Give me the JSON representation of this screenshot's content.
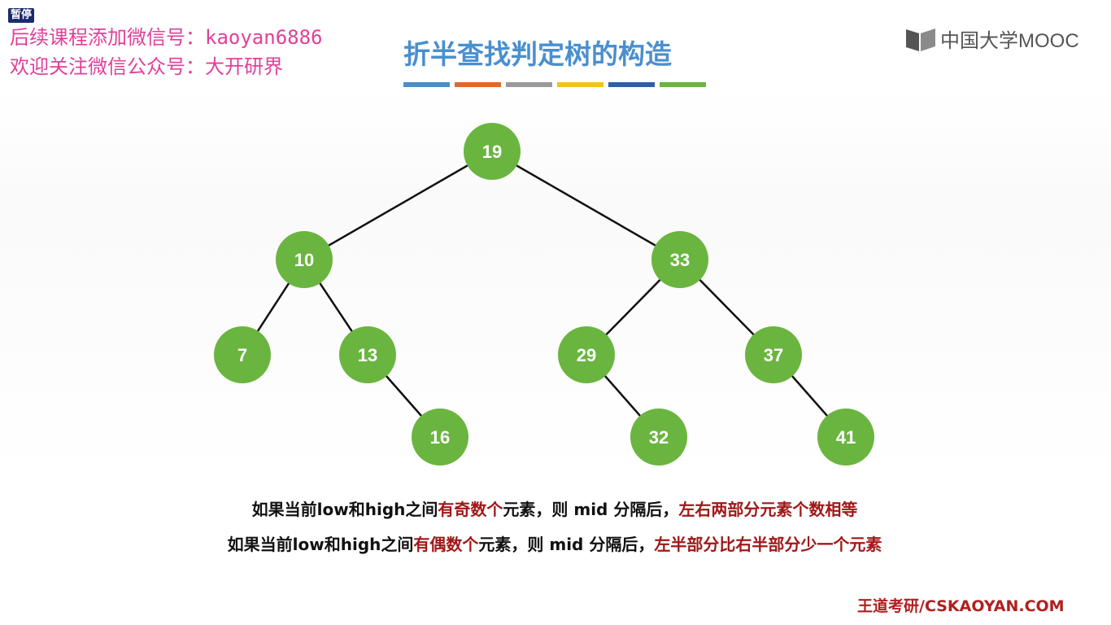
{
  "player": {
    "pause_label": "暂停"
  },
  "watermark": {
    "line1": "后续课程添加微信号：kaoyan6886",
    "line2": "欢迎关注微信公众号：大开研界"
  },
  "slide": {
    "title": "折半查找判定树的构造",
    "title_bar_colors": [
      "#4a90c8",
      "#e2692b",
      "#9a9a9a",
      "#f2c21b",
      "#2d5fa8",
      "#6ab53f"
    ],
    "logo_text": "中国大学MOOC",
    "node_color": "#6ab53f",
    "edge_color": "#111111",
    "tree": {
      "nodes": [
        "19",
        "10",
        "33",
        "7",
        "13",
        "29",
        "37",
        "16",
        "32",
        "41"
      ],
      "edges": [
        [
          "19",
          "10"
        ],
        [
          "19",
          "33"
        ],
        [
          "10",
          "7"
        ],
        [
          "10",
          "13"
        ],
        [
          "13",
          "16"
        ],
        [
          "33",
          "29"
        ],
        [
          "33",
          "37"
        ],
        [
          "29",
          "32"
        ],
        [
          "37",
          "41"
        ]
      ]
    },
    "caption1": {
      "part1": "如果当前low和high之间",
      "part2_red": "有奇数个",
      "part3": "元素，则 mid 分隔后，",
      "part4_red": "左右两部分元素个数相等"
    },
    "caption2": {
      "part1": "如果当前low和high之间",
      "part2_red": "有偶数个",
      "part3": "元素，则 mid 分隔后，",
      "part4_red": "左半部分比右半部分少一个元素"
    },
    "footer_brand": "王道考研/CSKAOYAN.COM"
  }
}
